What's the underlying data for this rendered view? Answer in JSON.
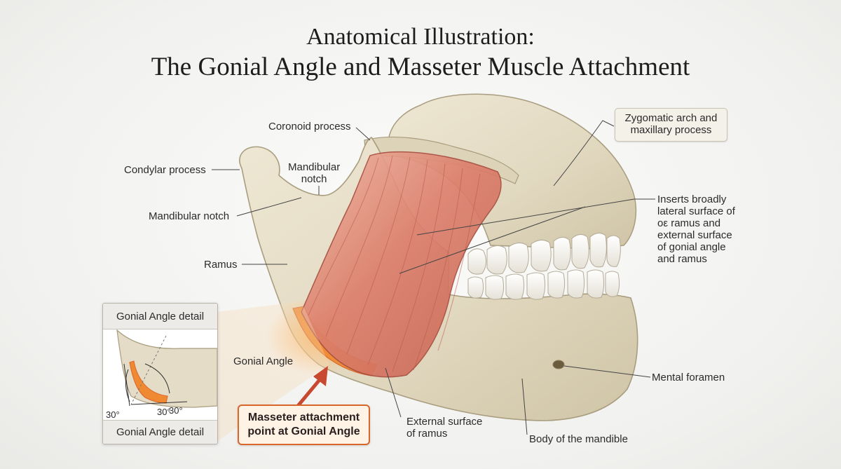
{
  "title": {
    "line1": "Anatomical Illustration:",
    "line2": "The Gonial Angle and Masseter Muscle Attachment"
  },
  "labels": {
    "coronoid_process": "Coronoid process",
    "condylar_process": "Condylar process",
    "mandibular_notch_upper": "Mandibular\nnotch",
    "mandibular_notch_left": "Mandibular notch",
    "ramus": "Ramus",
    "zygomatic": "Zygomatic arch and\nmaxillary process",
    "inserts": "Inserts broadly\nlateral surface of\noε ramus and\nexternal surface\nof gonial angle\nand ramus",
    "mental_foramen": "Mental foramen",
    "gonial_angle": "Gonial Angle",
    "masseter_attachment": "Masseter attachment\npoint at Gonial Angle",
    "external_surface": "External surface\nof ramus",
    "body_mandible": "Body of the mandible"
  },
  "inset": {
    "header": "Gonial Angle detail",
    "footer": "Gonial Angle detail",
    "angle_left": "30°",
    "angle_right": "30°",
    "angle_bottom": "30°"
  },
  "colors": {
    "bone": "#e4dcc6",
    "bone_shadow": "#b9ad8f",
    "muscle": "#d9806f",
    "muscle_dark": "#b85a4c",
    "highlight_orange": "#f08a32",
    "callout_border": "#d9662a",
    "arrow": "#c8492f"
  }
}
